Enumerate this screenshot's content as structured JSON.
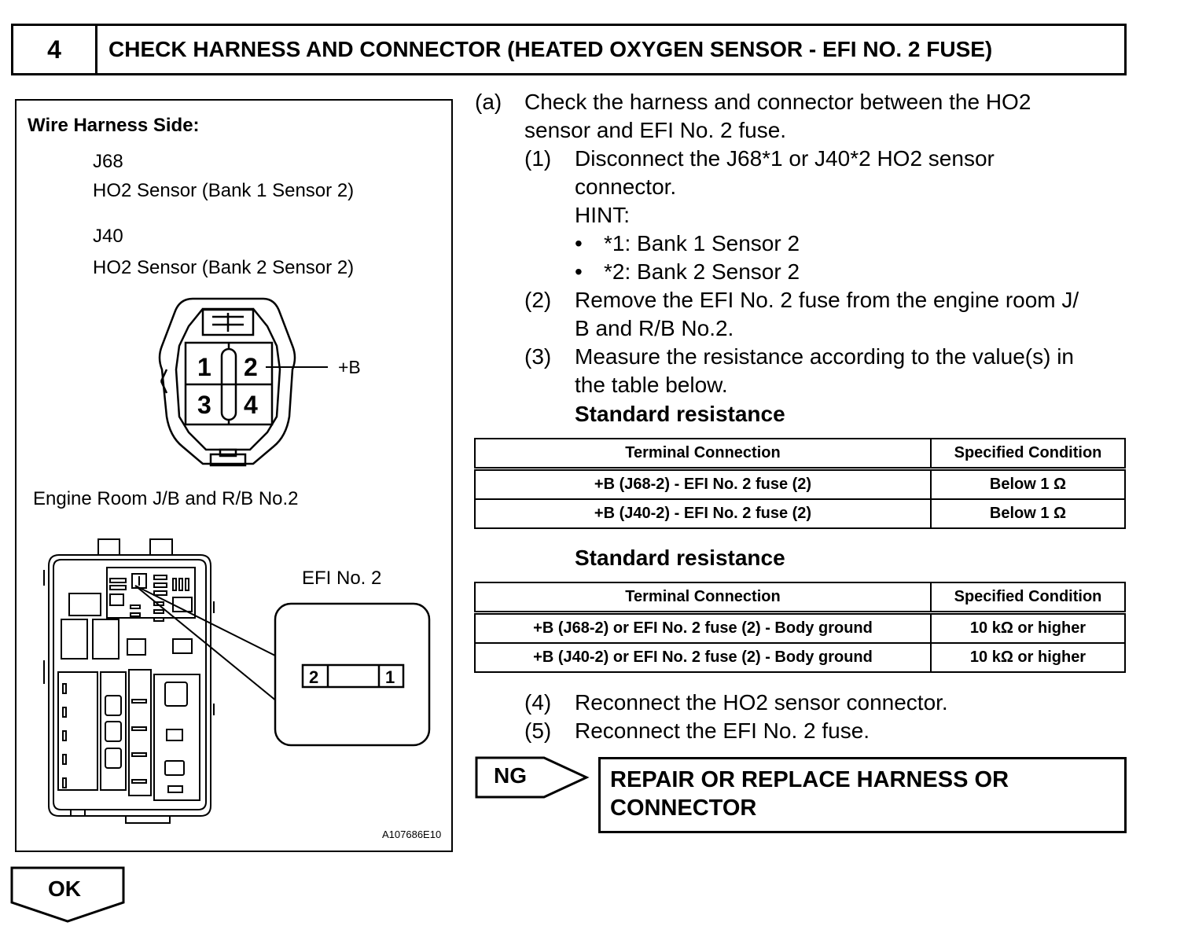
{
  "header": {
    "step_number": "4",
    "title": "CHECK HARNESS AND CONNECTOR (HEATED OXYGEN SENSOR - EFI NO. 2 FUSE)"
  },
  "figure": {
    "side_label": "Wire Harness Side:",
    "conn1_id": "J68",
    "conn1_desc": "HO2 Sensor (Bank 1 Sensor 2)",
    "conn2_id": "J40",
    "conn2_desc": "HO2 Sensor (Bank 2 Sensor 2)",
    "pins": [
      "1",
      "2",
      "3",
      "4"
    ],
    "pin_label": "+B",
    "jb_label": "Engine Room J/B and R/B No.2",
    "fuse_label": "EFI No. 2",
    "fuse_pins": [
      "2",
      "1"
    ],
    "figure_code": "A107686E10"
  },
  "steps": {
    "a_marker": "(a)",
    "a_line1": "Check the harness and connector between the HO2",
    "a_line2": "sensor and EFI No. 2 fuse.",
    "s1_marker": "(1)",
    "s1_line1": "Disconnect the J68*1 or J40*2 HO2 sensor",
    "s1_line2": "connector.",
    "hint": "HINT:",
    "hint_items": [
      "*1: Bank 1 Sensor 2",
      "*2: Bank 2 Sensor 2"
    ],
    "bullet": "•",
    "s2_marker": "(2)",
    "s2_line1": "Remove the EFI No. 2 fuse from the engine room J/",
    "s2_line2": "B and R/B No.2.",
    "s3_marker": "(3)",
    "s3_line1": "Measure the resistance according to the value(s) in",
    "s3_line2": "the table below.",
    "std_res_1": "Standard resistance",
    "std_res_2": "Standard resistance",
    "s4_marker": "(4)",
    "s4_text": "Reconnect the HO2 sensor connector.",
    "s5_marker": "(5)",
    "s5_text": "Reconnect the EFI No. 2 fuse."
  },
  "table1": {
    "headers": [
      "Terminal Connection",
      "Specified Condition"
    ],
    "rows": [
      [
        "+B (J68-2) - EFI No. 2 fuse (2)",
        "Below 1 Ω"
      ],
      [
        "+B (J40-2) - EFI No. 2 fuse (2)",
        "Below 1 Ω"
      ]
    ]
  },
  "table2": {
    "headers": [
      "Terminal Connection",
      "Specified Condition"
    ],
    "rows": [
      [
        "+B (J68-2) or EFI No. 2 fuse (2) - Body ground",
        "10 kΩ or higher"
      ],
      [
        "+B (J40-2) or EFI No. 2 fuse (2) - Body ground",
        "10 kΩ or higher"
      ]
    ]
  },
  "result": {
    "ng_label": "NG",
    "ng_line1": "REPAIR OR REPLACE HARNESS OR",
    "ng_line2": "CONNECTOR",
    "ok_label": "OK"
  }
}
